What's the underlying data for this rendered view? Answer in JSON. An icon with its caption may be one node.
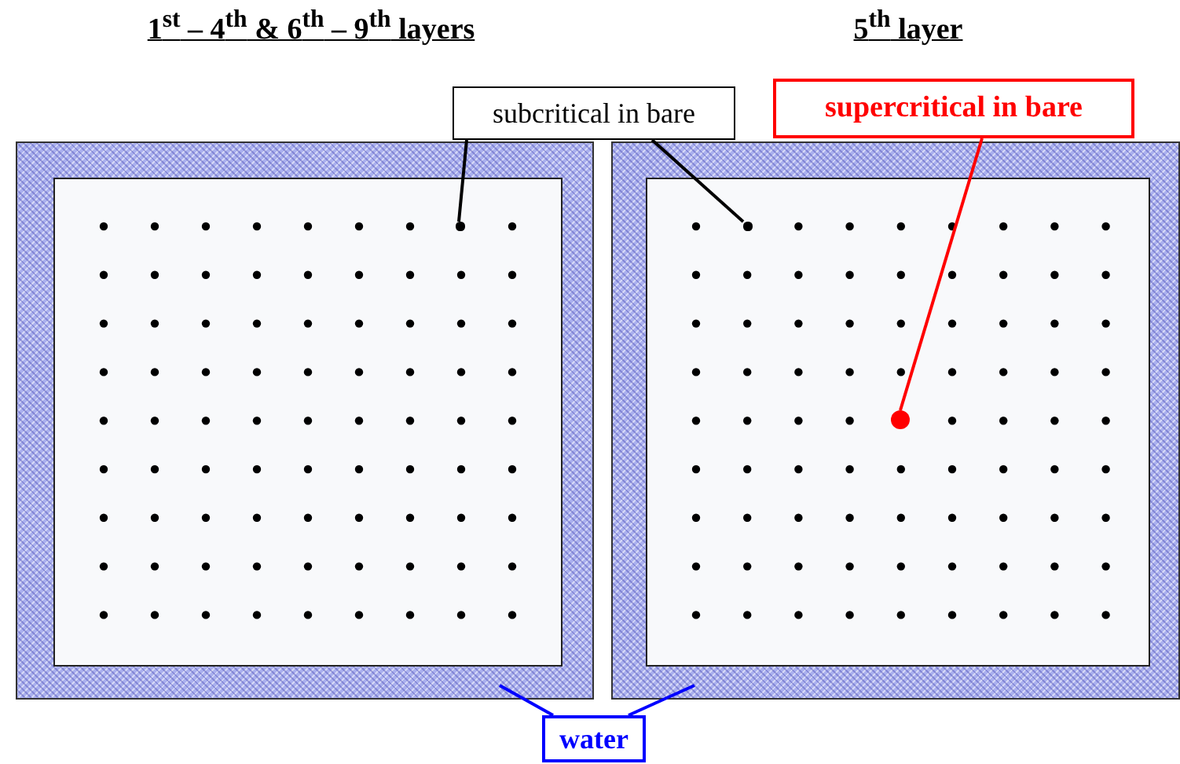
{
  "diagram": {
    "nodes": [
      {
        "text": [
          "subcritical in bare"
        ]
      },
      {
        "text": [
          "supercritical in bare"
        ]
      },
      {
        "text": [
          "water"
        ]
      },
      {
        "text": [],
        "shape": "box"
      },
      {
        "text": [],
        "shape": "box"
      },
      {
        "text": [],
        "shape": "circle",
        "in": 3
      },
      {
        "text": [],
        "shape": "circle",
        "in": 4
      },
      {
        "text": [],
        "shape": "circle",
        "in": 4
      }
    ],
    "edges": [
      {
        "from": 0,
        "to": 5,
        "arrow": "none"
      },
      {
        "from": 0,
        "to": 6,
        "arrow": "none"
      },
      {
        "from": 1,
        "to": 7,
        "arrow": "none",
        "color": "#ff0000"
      },
      {
        "from": 2,
        "to": 3,
        "arrow": "none",
        "color": "#0000ff"
      },
      {
        "from": 2,
        "to": 4,
        "arrow": "none",
        "color": "#0000ff"
      }
    ],
    "labels": [
      "1$^{st}$ – 4$^{th}$ & 6$^{th}$ – 9$^{th}$ layers",
      "5$^{th}$ layer"
    ]
  }
}
